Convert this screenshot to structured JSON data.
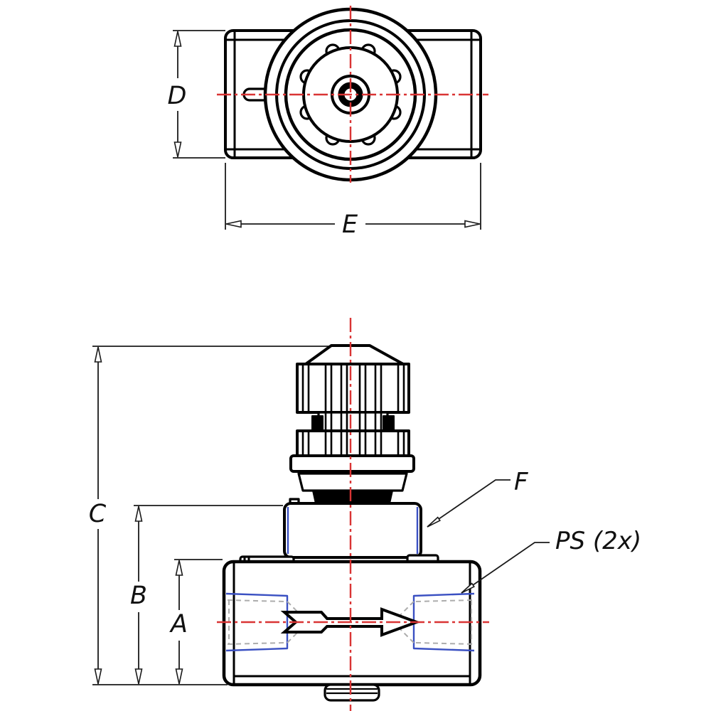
{
  "labels": {
    "D": "D",
    "E": "E",
    "C": "C",
    "B": "B",
    "A": "A",
    "F": "F",
    "PS": "PS (2x)"
  },
  "colors": {
    "outline": "#000000",
    "centerline": "#d93434",
    "port_highlight": "#3a50c2",
    "hidden_line": "#adadad",
    "background": "#ffffff",
    "text": "#111111"
  }
}
